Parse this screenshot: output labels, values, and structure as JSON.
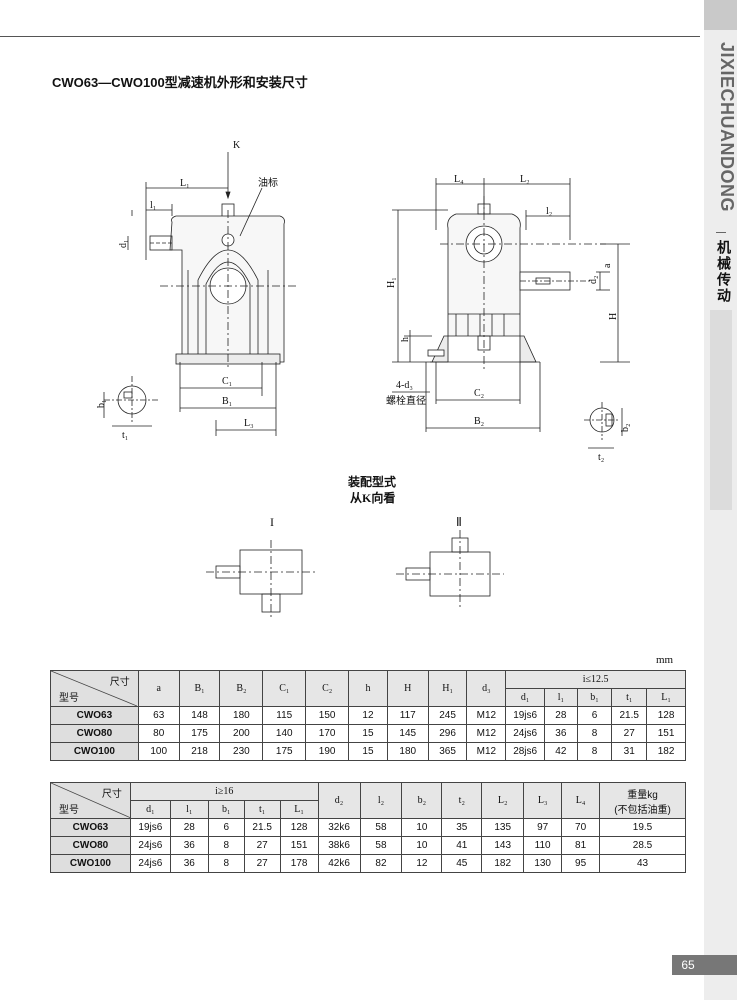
{
  "title": "CWO63—CWO100型减速机外形和安装尺寸",
  "brand": {
    "latin": "JIXIECHUANDONG",
    "chinese": "机械传动"
  },
  "drawing": {
    "k_label": "K",
    "oil_label": "油标",
    "bolt_label": "4-d₃",
    "bolt_desc": "螺栓直径",
    "assembly_title": "装配型式",
    "view_dir": "从K向看",
    "type1": "I",
    "type2": "Ⅱ"
  },
  "unit": "mm",
  "table1": {
    "corner_top": "尺寸",
    "corner_bottom": "型号",
    "ratio_header": "i≤12.5",
    "headers": [
      "a",
      "B₁",
      "B₂",
      "C₁",
      "C₂",
      "h",
      "H",
      "H₁",
      "d₃"
    ],
    "sub_headers": [
      "d₁",
      "l₁",
      "b₁",
      "t₁",
      "L₁"
    ],
    "rows": [
      [
        "CWO63",
        "63",
        "148",
        "180",
        "115",
        "150",
        "12",
        "117",
        "245",
        "M12",
        "19js6",
        "28",
        "6",
        "21.5",
        "128"
      ],
      [
        "CWO80",
        "80",
        "175",
        "200",
        "140",
        "170",
        "15",
        "145",
        "296",
        "M12",
        "24js6",
        "36",
        "8",
        "27",
        "151"
      ],
      [
        "CWO100",
        "100",
        "218",
        "230",
        "175",
        "190",
        "15",
        "180",
        "365",
        "M12",
        "28js6",
        "42",
        "8",
        "31",
        "182"
      ]
    ]
  },
  "table2": {
    "corner_top": "尺寸",
    "corner_bottom": "型号",
    "ratio_header": "i≥16",
    "sub_headers": [
      "d₁",
      "l₁",
      "b₁",
      "t₁",
      "L₁"
    ],
    "headers": [
      "d₂",
      "l₂",
      "b₂",
      "t₂",
      "L₂",
      "L₃",
      "L₄"
    ],
    "weight_header": "重量kg",
    "weight_note": "(不包括油重)",
    "rows": [
      [
        "CWO63",
        "19js6",
        "28",
        "6",
        "21.5",
        "128",
        "32k6",
        "58",
        "10",
        "35",
        "135",
        "97",
        "70",
        "19.5"
      ],
      [
        "CWO80",
        "24js6",
        "36",
        "8",
        "27",
        "151",
        "38k6",
        "58",
        "10",
        "41",
        "143",
        "110",
        "81",
        "28.5"
      ],
      [
        "CWO100",
        "24js6",
        "36",
        "8",
        "27",
        "178",
        "42k6",
        "82",
        "12",
        "45",
        "182",
        "130",
        "95",
        "43"
      ]
    ]
  },
  "page_number": "65"
}
